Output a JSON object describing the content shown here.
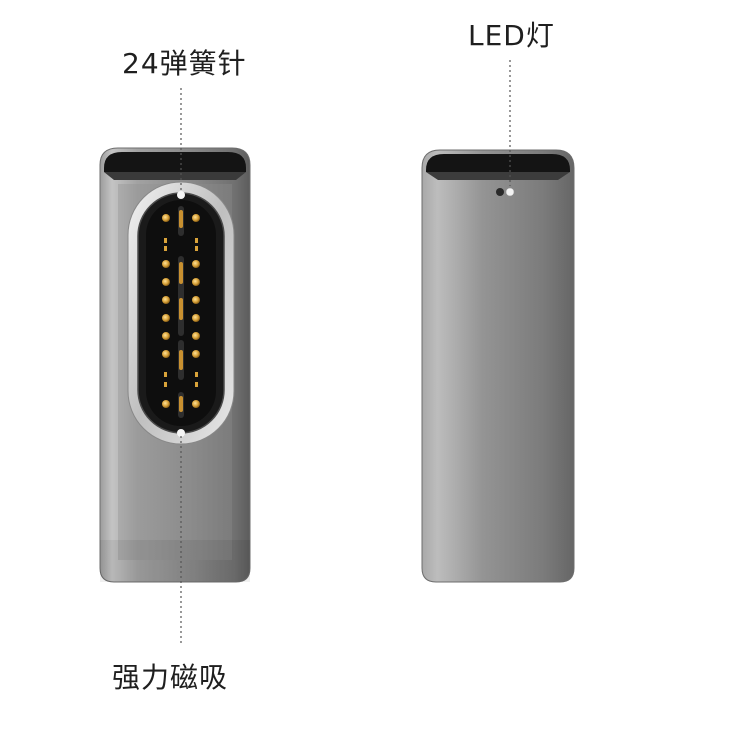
{
  "callouts": {
    "pins_label": "24弹簧针",
    "led_label": "LED灯",
    "magnet_label": "强力磁吸"
  },
  "colors": {
    "body_light": "#b4b4b4",
    "body_mid": "#858585",
    "body_dark": "#5a5a5a",
    "face_black": "#141414",
    "pin_gold": "#d9a33a",
    "chrome_ring": "#e4e4e4"
  }
}
